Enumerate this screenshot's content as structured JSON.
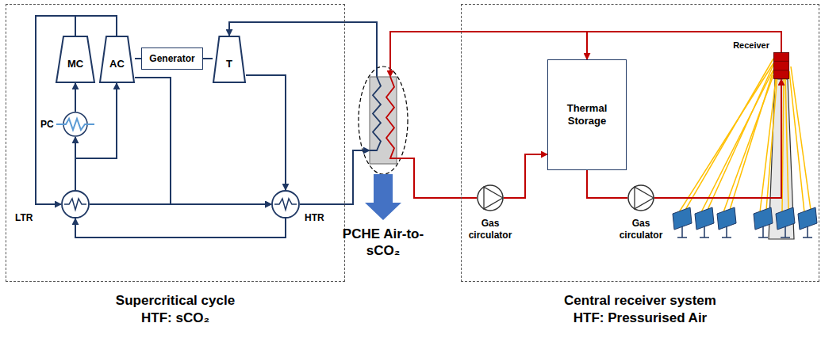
{
  "diagram": {
    "nodes": [
      {
        "text": [
          "Supercritical cycle HTF: sCO₂"
        ]
      },
      {
        "text": [
          "MC"
        ],
        "in": 0
      },
      {
        "text": [
          "AC"
        ],
        "in": 0
      },
      {
        "text": [
          "Generator"
        ],
        "in": 0
      },
      {
        "text": [
          "T"
        ],
        "in": 0
      },
      {
        "text": [
          "PC"
        ],
        "in": 0
      },
      {
        "text": [
          "LTR"
        ],
        "in": 0
      },
      {
        "text": [
          "HTR"
        ],
        "in": 0
      },
      {
        "text": [
          "PCHE Air-to-sCO₂"
        ]
      },
      {
        "text": [
          "Central receiver system HTF: Pressurised Air"
        ]
      },
      {
        "text": [
          "Thermal Storage"
        ],
        "in": 9
      },
      {
        "text": [
          "Gas circulator"
        ],
        "in": 9
      },
      {
        "text": [
          "Gas circulator"
        ],
        "in": 9
      },
      {
        "text": [
          "Receiver"
        ],
        "in": 9
      }
    ],
    "edges": [
      {
        "from": 1,
        "to": 6,
        "arrow": "to"
      },
      {
        "from": 6,
        "to": 5,
        "arrow": "to"
      },
      {
        "from": 6,
        "to": 2,
        "arrow": "to"
      },
      {
        "from": 5,
        "to": 1,
        "arrow": "to"
      },
      {
        "from": 6,
        "to": 7,
        "arrow": "to"
      },
      {
        "from": 2,
        "to": 7,
        "arrow": "to"
      },
      {
        "from": 7,
        "to": 8,
        "arrow": "to"
      },
      {
        "from": 8,
        "to": 4,
        "arrow": "to"
      },
      {
        "from": 4,
        "to": 7,
        "arrow": "to"
      },
      {
        "from": 7,
        "to": 6,
        "arrow": "to"
      },
      {
        "from": 2,
        "to": 3,
        "arrow": "none"
      },
      {
        "from": 3,
        "to": 4,
        "arrow": "none"
      },
      {
        "from": 8,
        "to": 11,
        "arrow": "none"
      },
      {
        "from": 11,
        "to": 10,
        "arrow": "to"
      },
      {
        "from": 10,
        "to": 12,
        "arrow": "none"
      },
      {
        "from": 12,
        "to": 13,
        "arrow": "to"
      },
      {
        "from": 13,
        "to": 10,
        "arrow": "to"
      },
      {
        "from": 13,
        "to": 8,
        "arrow": "to"
      }
    ]
  }
}
